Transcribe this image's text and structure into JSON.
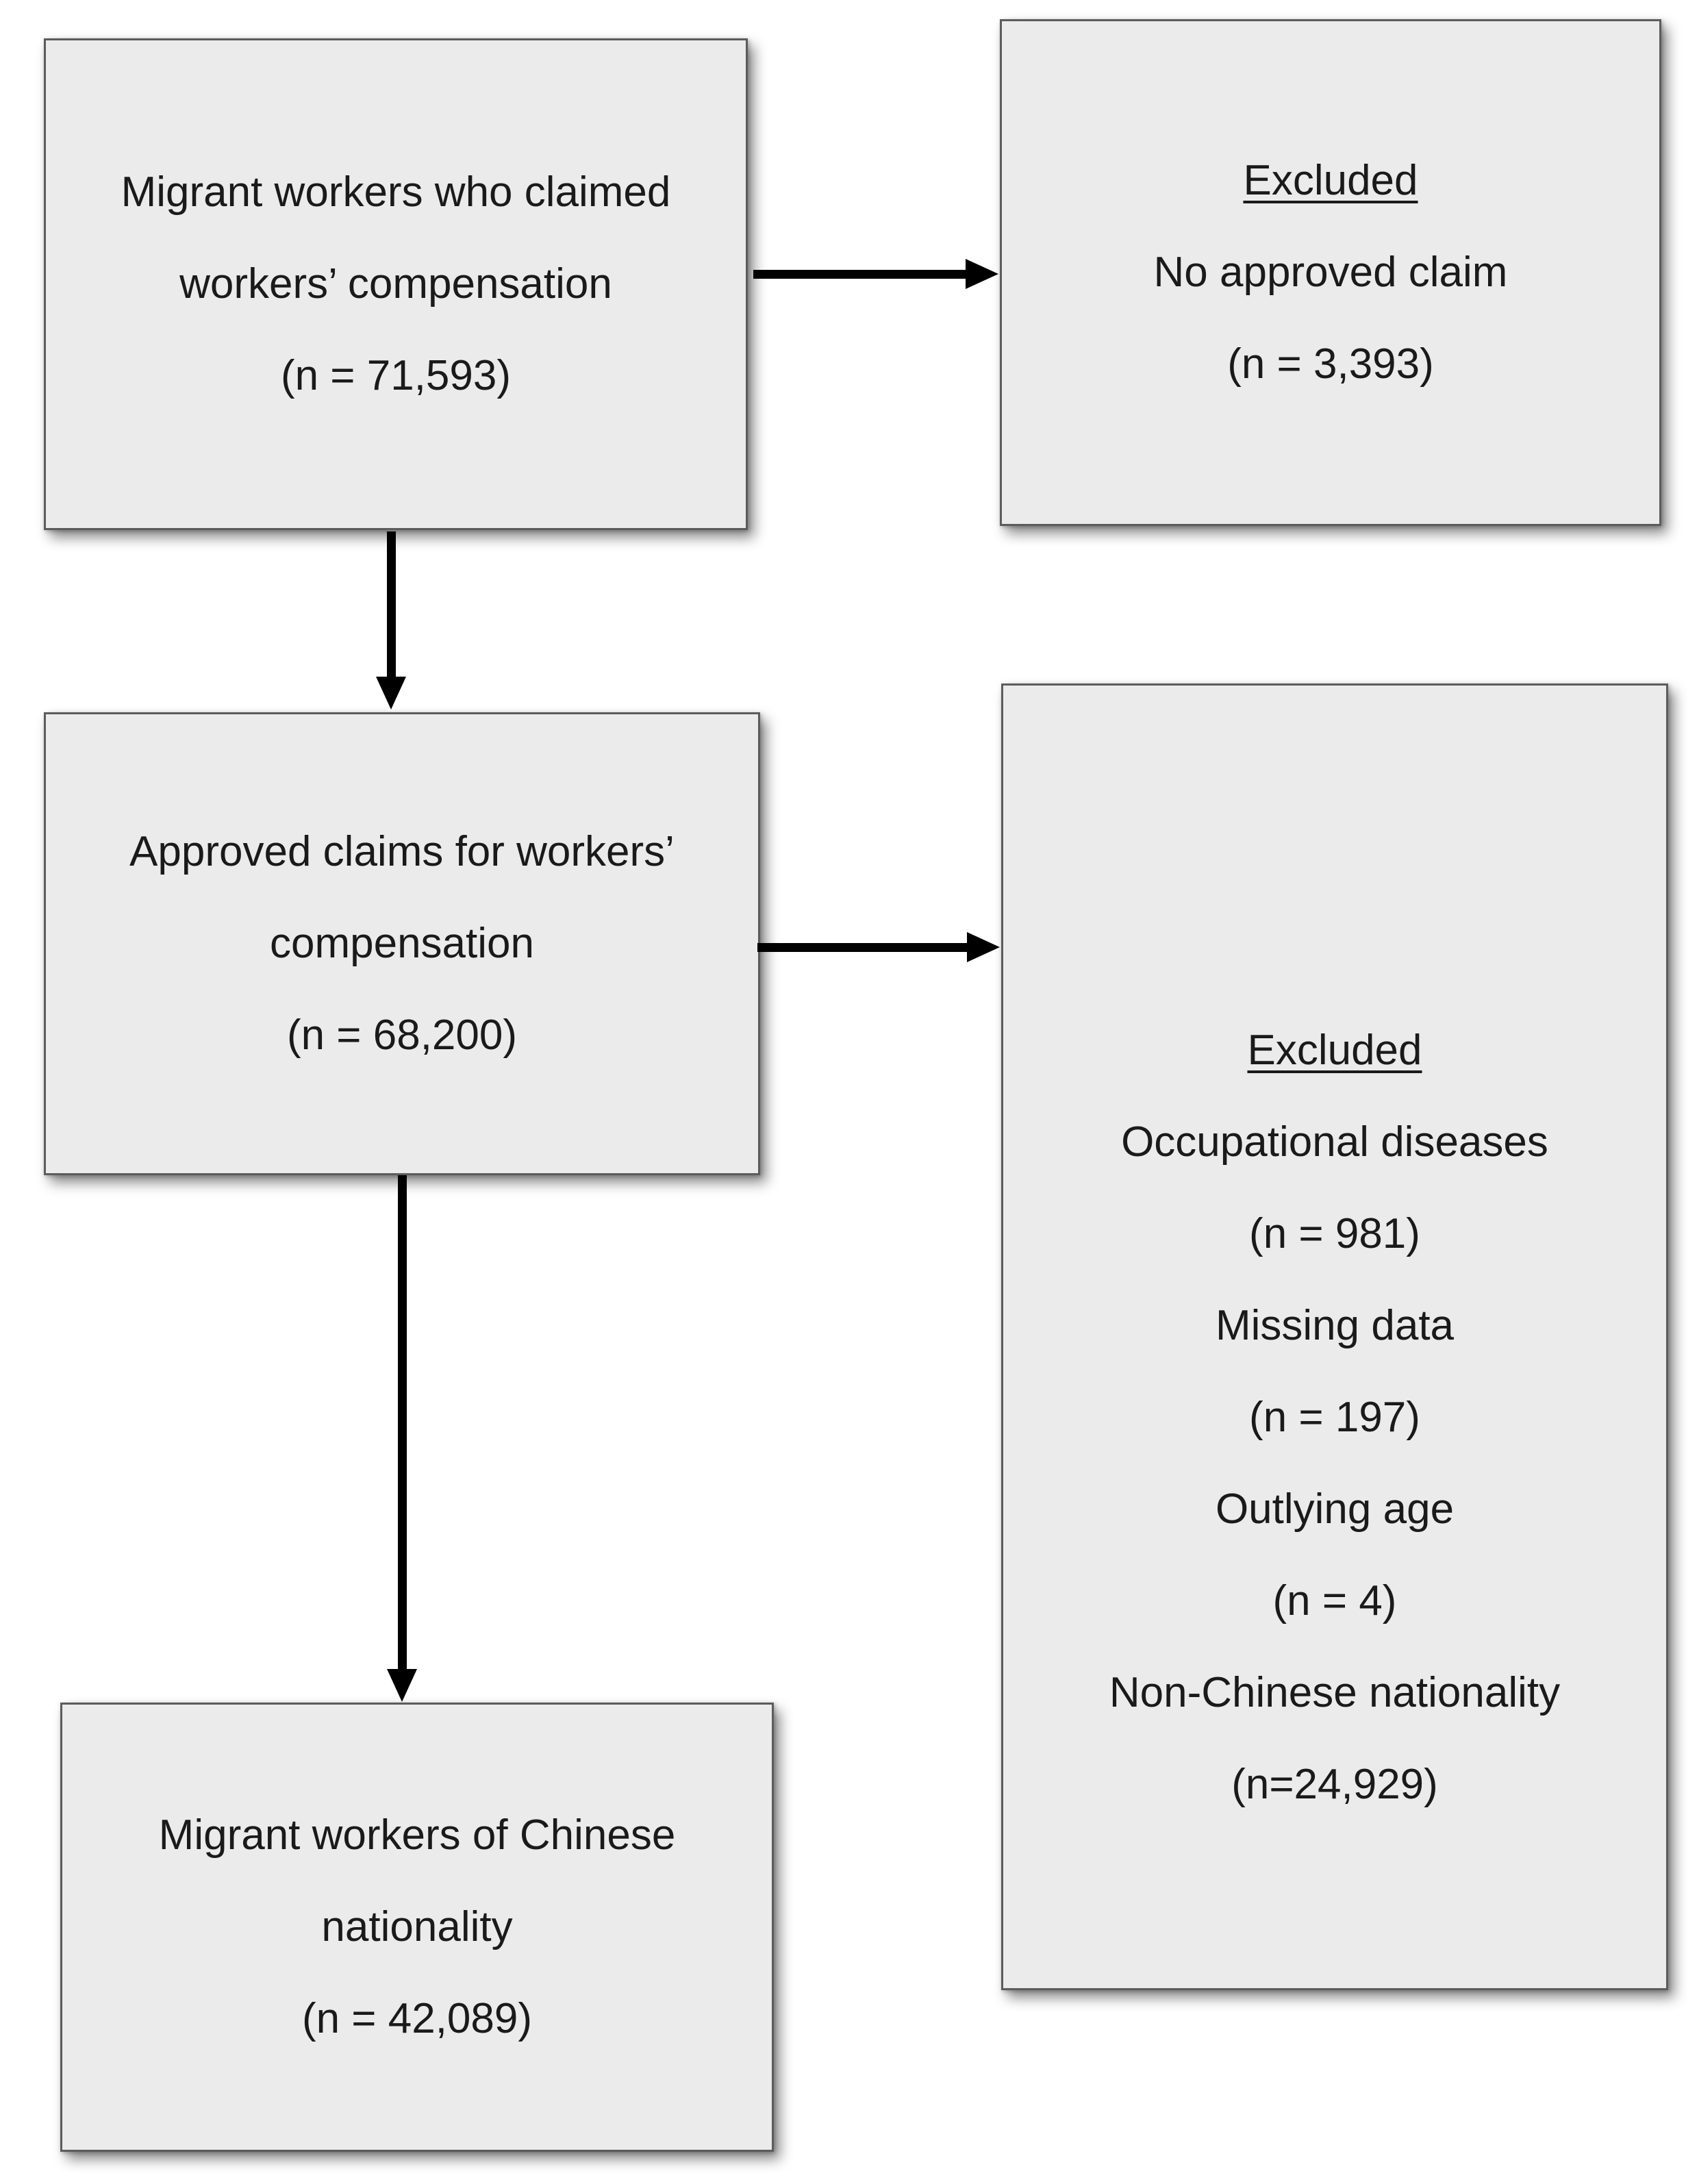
{
  "colors": {
    "background": "#ffffff",
    "box_fill": "#ebebeb",
    "box_border": "#5c5c5c",
    "text": "#1a1a1a",
    "arrow": "#000000"
  },
  "boxes": {
    "claimed": {
      "lines": [
        "Migrant workers who claimed",
        "workers’ compensation",
        "(n = 71,593)"
      ]
    },
    "excluded_no_claim": {
      "heading": "Excluded",
      "lines": [
        "No approved claim",
        "(n = 3,393)"
      ]
    },
    "approved": {
      "lines": [
        "Approved claims for workers’",
        "compensation",
        "(n = 68,200)"
      ]
    },
    "excluded_other": {
      "heading": "Excluded",
      "lines": [
        "Occupational diseases",
        "(n = 981)",
        "Missing data",
        "(n = 197)",
        "Outlying age",
        "(n = 4)",
        "Non-Chinese nationality",
        "(n=24,929)"
      ]
    },
    "chinese_nationality": {
      "lines": [
        "Migrant workers of Chinese",
        "nationality",
        "(n = 42,089)"
      ]
    }
  }
}
